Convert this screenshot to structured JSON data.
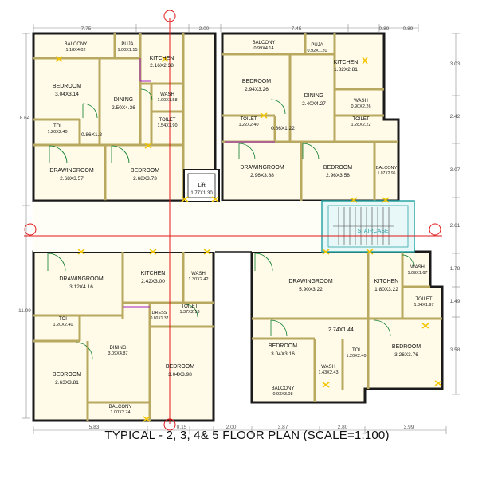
{
  "caption": "TYPICAL - 2, 3, 4& 5 FLOOR PLAN (SCALE=1:100)",
  "dimensions": {
    "top": [
      "7.75",
      "2.00",
      "7.45",
      "0.89",
      "0.89"
    ],
    "bottom": [
      "5.83",
      "0.15",
      "2.00",
      "3.87",
      "2.80",
      "3.99"
    ],
    "right": [
      "3.03",
      "2.42",
      "3.07",
      "2.61",
      "1.78",
      "1.49",
      "3.58"
    ],
    "left": [
      "8.64",
      "11.09"
    ]
  },
  "stair_label": "STAIRCASE",
  "units": {
    "nw": {
      "rooms": [
        {
          "name": "BALCONY",
          "size": "1.18X4.02"
        },
        {
          "name": "PUJA",
          "size": "1.00X1.15"
        },
        {
          "name": "KITCHEN",
          "size": "2.16X2.38"
        },
        {
          "name": "BEDROOM",
          "size": "3.04X3.14"
        },
        {
          "name": "DINING",
          "size": "2.50X4.36"
        },
        {
          "name": "WASH",
          "size": "1.00X1.58"
        },
        {
          "name": "TOILET",
          "size": "1.54X1.90"
        },
        {
          "name": "TOI",
          "size": "1.20X2.40"
        },
        {
          "name": "",
          "size": "0.86X1.2"
        },
        {
          "name": "DRAWINGROOM",
          "size": "2.68X3.57"
        },
        {
          "name": "BEDROOM",
          "size": "2.68X3.73"
        }
      ]
    },
    "ne": {
      "rooms": [
        {
          "name": "BALCONY",
          "size": "0.99X4.14"
        },
        {
          "name": "PUJA",
          "size": "0.92X1.20"
        },
        {
          "name": "KITCHEN",
          "size": "1.82X2.81"
        },
        {
          "name": "BEDROOM",
          "size": "2.94X3.26"
        },
        {
          "name": "DINING",
          "size": "2.40X4.27"
        },
        {
          "name": "WASH",
          "size": "0.90X2.26"
        },
        {
          "name": "TOILET",
          "size": "1.22X2.40"
        },
        {
          "name": "",
          "size": "0.86X1.22"
        },
        {
          "name": "TOILET",
          "size": "1.28X2.22"
        },
        {
          "name": "DRAWINGROOM",
          "size": "2.96X3.88"
        },
        {
          "name": "BEDROOM",
          "size": "2.96X3.58"
        },
        {
          "name": "BALCONY",
          "size": "1.07X2.96"
        }
      ]
    },
    "sw": {
      "rooms": [
        {
          "name": "DRAWINGROOM",
          "size": "3.12X4.16"
        },
        {
          "name": "KITCHEN",
          "size": "2.42X3.00"
        },
        {
          "name": "WASH",
          "size": "1.30X2.42"
        },
        {
          "name": "TOILET",
          "size": "1.37X2.13"
        },
        {
          "name": "DRESS",
          "size": "0.80X1.37"
        },
        {
          "name": "TOI",
          "size": "1.20X2.40"
        },
        {
          "name": "DINING",
          "size": "3.09X4.87"
        },
        {
          "name": "BEDROOM",
          "size": "2.63X3.81"
        },
        {
          "name": "BEDROOM",
          "size": "3.04X3.98"
        },
        {
          "name": "BALCONY",
          "size": "1.00X2.74"
        }
      ]
    },
    "se": {
      "rooms": [
        {
          "name": "DRAWINGROOM",
          "size": "5.90X3.22"
        },
        {
          "name": "KITCHEN",
          "size": "1.80X3.22"
        },
        {
          "name": "WASH",
          "size": "1.09X1.67"
        },
        {
          "name": "TOILET",
          "size": "1.84X1.97"
        },
        {
          "name": "",
          "size": "2.74X1.44"
        },
        {
          "name": "BEDROOM",
          "size": "3.04X3.16"
        },
        {
          "name": "TOI",
          "size": "1.20X2.40"
        },
        {
          "name": "WASH",
          "size": "1.43X2.43"
        },
        {
          "name": "BEDROOM",
          "size": "3.26X3.76"
        },
        {
          "name": "BALCONY",
          "size": "0.93X3.08"
        }
      ]
    }
  },
  "lift": {
    "name": "Lift",
    "size": "1.77X1.30"
  },
  "colors": {
    "wall": "#1a1a1a",
    "wall_fill": "#fffbe8",
    "wall_accent": "#c8b86a",
    "door": "#0a7a2a",
    "dimension": "#555555",
    "center_line": "#e01818",
    "purple_line": "#a020c0",
    "stair": "#2aa6a6",
    "marker": "#f2c500",
    "caption": "#111111"
  }
}
